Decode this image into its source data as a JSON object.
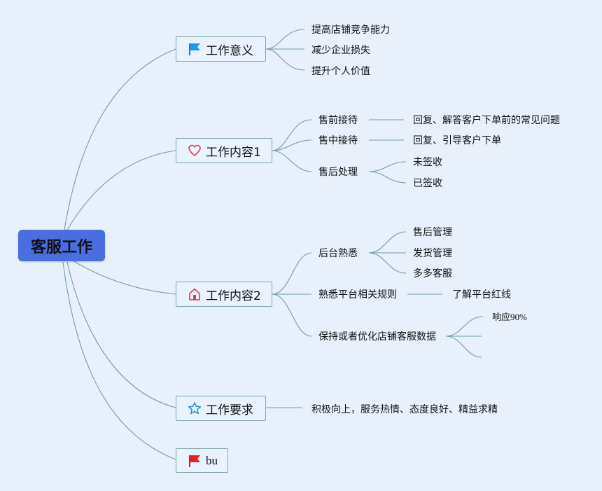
{
  "root": {
    "label": "客服工作"
  },
  "branches": {
    "significance": {
      "label": "工作意义",
      "icon": "blue-flag-icon",
      "items": [
        "提高店铺竞争能力",
        "减少企业损失",
        "提升个人价值"
      ]
    },
    "content1": {
      "label": "工作内容1",
      "icon": "heart-icon",
      "pre_sale": {
        "label": "售前接待",
        "detail": "回复、解答客户下单前的常见问题"
      },
      "mid_sale": {
        "label": "售中接待",
        "detail": "回复、引导客户下单"
      },
      "after_sale": {
        "label": "售后处理",
        "items": [
          "未签收",
          "已签收"
        ]
      }
    },
    "content2": {
      "label": "工作内容2",
      "icon": "house-icon",
      "backend": {
        "label": "后台熟悉",
        "items": [
          "售后管理",
          "发货管理",
          "多多客服"
        ]
      },
      "rules": {
        "label": "熟悉平台相关规则",
        "detail": "了解平台红线"
      },
      "data": {
        "label": "保持或者优化店铺客服数据",
        "items": [
          "响应90%"
        ]
      }
    },
    "requirements": {
      "label": "工作要求",
      "icon": "star-icon",
      "detail": "积极向上，服务热情、态度良好、精益求精"
    },
    "bu": {
      "label": "bu",
      "icon": "red-flag-icon"
    }
  },
  "colors": {
    "root_fill": "#4a6ee0",
    "line": "#6f9e9e",
    "node_border": "#7aa8a8",
    "background": "#e8f0fc"
  }
}
